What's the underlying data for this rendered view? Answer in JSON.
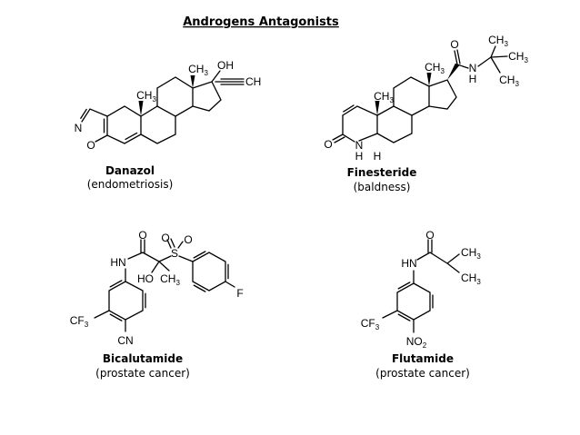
{
  "title": "Androgens Antagonists",
  "compounds": [
    {
      "id": "danazol",
      "name": "Danazol",
      "use": "(endometriosis)",
      "labels": [
        [
          "CH",
          "3"
        ],
        [
          "CH",
          "3"
        ],
        [
          "OH",
          ""
        ],
        [
          "CH",
          ""
        ],
        [
          "N",
          ""
        ],
        [
          "O",
          ""
        ]
      ]
    },
    {
      "id": "finesteride",
      "name": "Finesteride",
      "use": "(baldness)",
      "labels": [
        [
          "CH",
          "3"
        ],
        [
          "CH",
          "3"
        ],
        [
          "O",
          ""
        ],
        [
          "N",
          ""
        ],
        [
          "H",
          ""
        ],
        [
          "H",
          ""
        ],
        [
          "O",
          ""
        ],
        [
          "N",
          ""
        ],
        [
          "H",
          ""
        ],
        [
          "CH",
          "3"
        ],
        [
          "CH",
          "3"
        ],
        [
          "CH",
          "3"
        ]
      ]
    },
    {
      "id": "bicalutamide",
      "name": "Bicalutamide",
      "use": "(prostate cancer)",
      "labels": [
        [
          "HN",
          ""
        ],
        [
          "O",
          ""
        ],
        [
          "HO",
          ""
        ],
        [
          "CH",
          "3"
        ],
        [
          "S",
          ""
        ],
        [
          "O",
          ""
        ],
        [
          "O",
          ""
        ],
        [
          "F",
          ""
        ],
        [
          "CF",
          "3"
        ],
        [
          "CN",
          ""
        ]
      ]
    },
    {
      "id": "flutamide",
      "name": "Flutamide",
      "use": "(prostate cancer)",
      "labels": [
        [
          "HN",
          ""
        ],
        [
          "O",
          ""
        ],
        [
          "CH",
          "3"
        ],
        [
          "CH",
          "3"
        ],
        [
          "CF",
          "3"
        ],
        [
          "NO",
          "2"
        ]
      ]
    }
  ]
}
